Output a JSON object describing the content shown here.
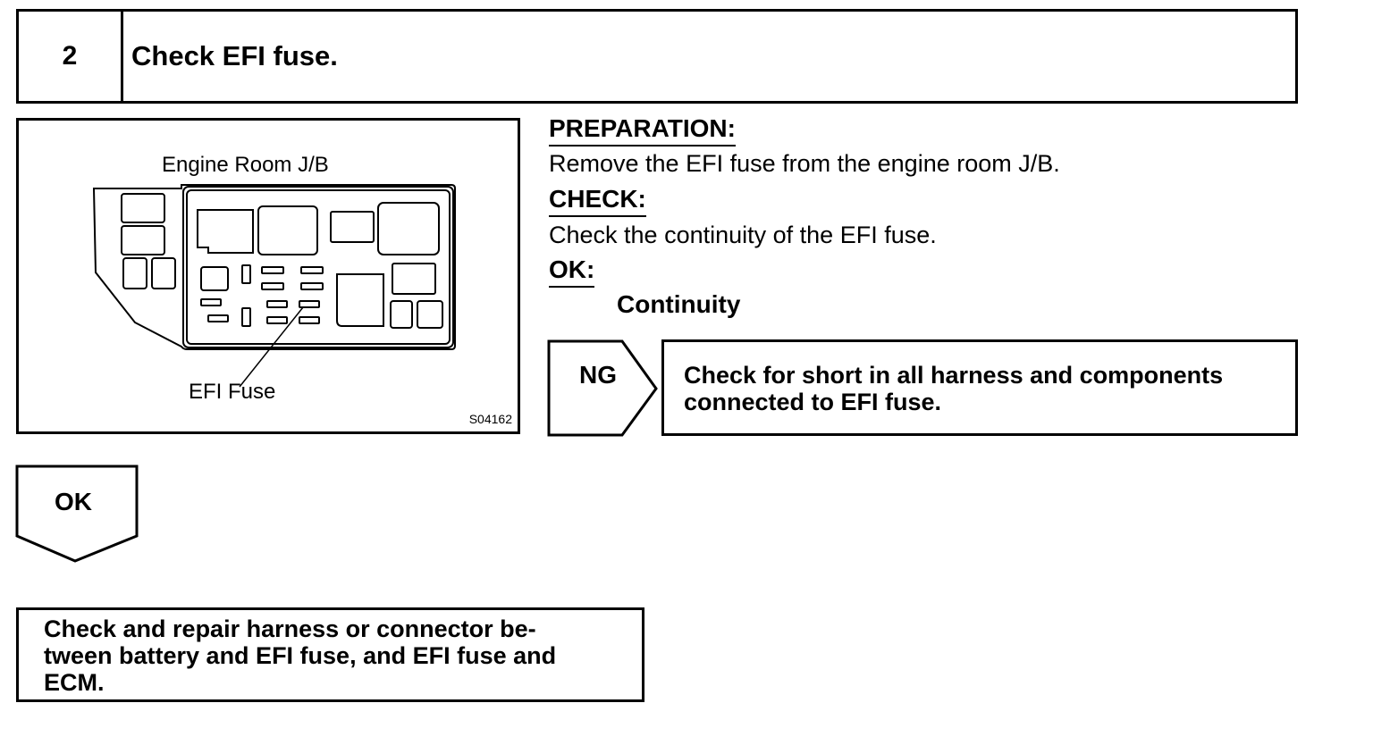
{
  "step": {
    "number": "2",
    "title": "Check EFI fuse."
  },
  "figure": {
    "title": "Engine Room J/B",
    "pointer_label": "EFI Fuse",
    "code": "S04162"
  },
  "instructions": {
    "preparation_heading": "PREPARATION:",
    "preparation_text": "Remove the EFI fuse from the engine room J/B.",
    "check_heading": "CHECK:",
    "check_text": "Check the continuity of the EFI fuse.",
    "ok_heading": "OK:",
    "ok_value": "Continuity"
  },
  "ng_branch": {
    "label": "NG",
    "result": "Check for short in all harness and components\nconnected to EFI fuse."
  },
  "ok_branch": {
    "label": "OK",
    "result": "Check and repair harness or connector be-\ntween battery and EFI fuse, and EFI fuse and\nECM."
  }
}
